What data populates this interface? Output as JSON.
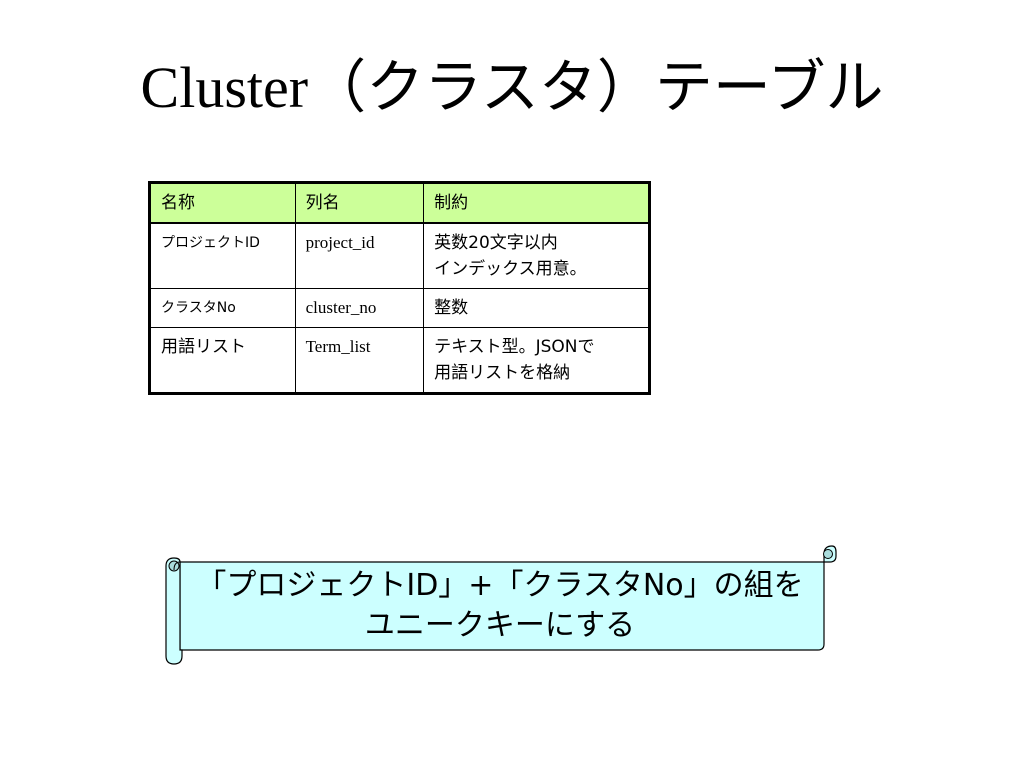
{
  "slide": {
    "title": "Cluster（クラスタ）テーブル"
  },
  "table": {
    "headers": [
      "名称",
      "列名",
      "制約"
    ],
    "rows": [
      {
        "name": "プロジェクトID",
        "column": "project_id",
        "constraint_line1": "英数20文字以内",
        "constraint_line2": "インデックス用意。"
      },
      {
        "name": "クラスタNo",
        "column": "cluster_no",
        "constraint_line1": "整数",
        "constraint_line2": ""
      },
      {
        "name": "用語リスト",
        "column": "Term_list",
        "constraint_line1": "テキスト型。JSONで",
        "constraint_line2": "用語リストを格納"
      }
    ],
    "header_color": "#ccff99"
  },
  "scroll": {
    "line1": "「プロジェクトID」+「クラスタNo」の組を",
    "line2": "ユニークキーにする",
    "fill_color": "#ccffff"
  }
}
